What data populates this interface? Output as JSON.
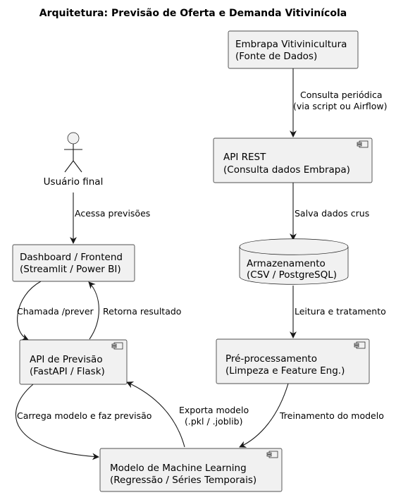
{
  "title": "Arquitetura: Previsão de Oferta e Demanda Vitivinícola",
  "nodes": {
    "embrapa": {
      "line1": "Embrapa Vitivinicultura",
      "line2": "(Fonte de Dados)"
    },
    "api_rest": {
      "line1": "API REST",
      "line2": "(Consulta dados Embrapa)"
    },
    "storage": {
      "line1": "Armazenamento",
      "line2": "(CSV / PostgreSQL)"
    },
    "preproc": {
      "line1": "Pré-processamento",
      "line2": "(Limpeza e Feature Eng.)"
    },
    "ml_model": {
      "line1": "Modelo de Machine Learning",
      "line2": "(Regressão / Séries Temporais)"
    },
    "user": {
      "label": "Usuário final"
    },
    "dashboard": {
      "line1": "Dashboard / Frontend",
      "line2": "(Streamlit / Power BI)"
    },
    "api_prev": {
      "line1": "API de Previsão",
      "line2": "(FastAPI / Flask)"
    }
  },
  "edges": {
    "embrapa_api": {
      "line1": "Consulta periódica",
      "line2": "(via script ou Airflow)"
    },
    "api_storage": {
      "label": "Salva dados crus"
    },
    "storage_preproc": {
      "label": "Leitura e tratamento"
    },
    "preproc_model": {
      "label": "Treinamento do modelo"
    },
    "user_dashboard": {
      "label": "Acessa previsões"
    },
    "dashboard_apiprev": {
      "label": "Chamada /prever"
    },
    "apiprev_dashboard": {
      "label": "Retorna resultado"
    },
    "apiprev_model": {
      "label": "Carrega modelo e faz previsão"
    },
    "model_apiprev": {
      "line1": "Exporta modelo",
      "line2": "(.pkl / .joblib)"
    }
  }
}
